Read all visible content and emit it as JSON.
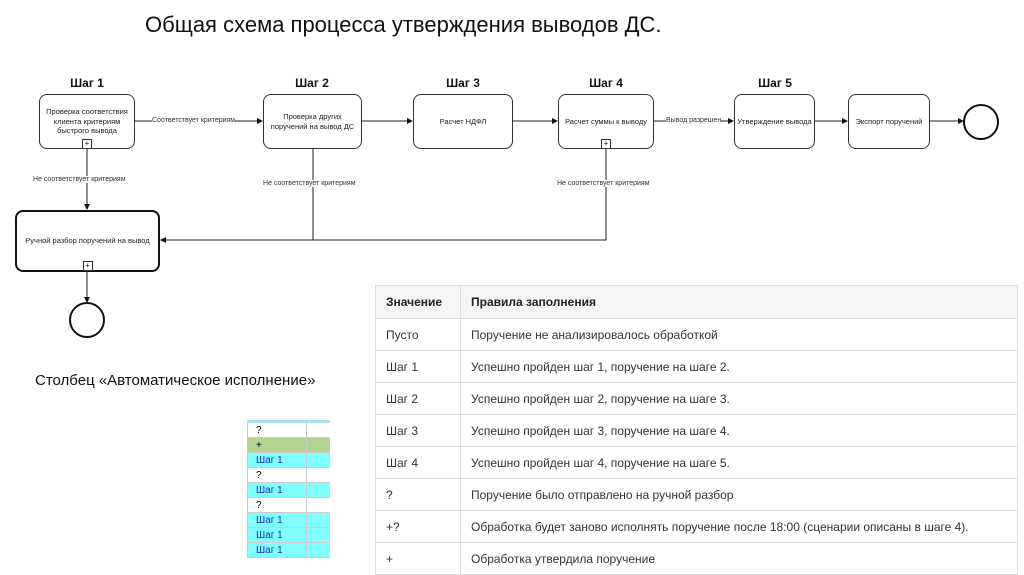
{
  "title": "Общая схема процесса утверждения выводов ДС.",
  "steps": [
    "Шаг 1",
    "Шаг 2",
    "Шаг 3",
    "Шаг 4",
    "Шаг 5"
  ],
  "boxes": {
    "check_client": "Проверка соответствия клиента критериям быстрого вывода",
    "check_other": "Проверка других поручений на вывод ДС",
    "ndfl": "Расчет НДФЛ",
    "sum": "Расчет суммы к выводу",
    "approve": "Утверждение вывода",
    "export": "Экспорт поручений",
    "manual": "Ручной разбор поручений на вывод"
  },
  "edges": {
    "matches": "Соответствует критериям",
    "not_matches": "Не соответствует критериям",
    "allowed": "Вывод разрешен"
  },
  "subtitle": "Столбец «Автоматическое исполнение»",
  "mini_column": [
    "?",
    "+",
    "Шаг 1",
    "?",
    "Шаг 1",
    "?",
    "Шаг 1",
    "Шаг 1",
    "Шаг 1"
  ],
  "table": {
    "headers": [
      "Значение",
      "Правила заполнения"
    ],
    "rows": [
      [
        "Пусто",
        "Поручение не анализировалось обработкой"
      ],
      [
        "Шаг 1",
        "Успешно пройден шаг 1, поручение на шаге 2."
      ],
      [
        "Шаг 2",
        "Успешно пройден шаг 2, поручение на шаге 3."
      ],
      [
        "Шаг 3",
        "Успешно пройден шаг 3, поручение на шаге 4."
      ],
      [
        "Шаг 4",
        "Успешно пройден шаг 4, поручение на шаге 5."
      ],
      [
        "?",
        "Поручение было отправлено на ручной разбор"
      ],
      [
        "+?",
        "Обработка будет заново исполнять поручение после 18:00 (сценарии описаны в шаге 4)."
      ],
      [
        "+",
        "Обработка утвердила поручение"
      ]
    ]
  }
}
